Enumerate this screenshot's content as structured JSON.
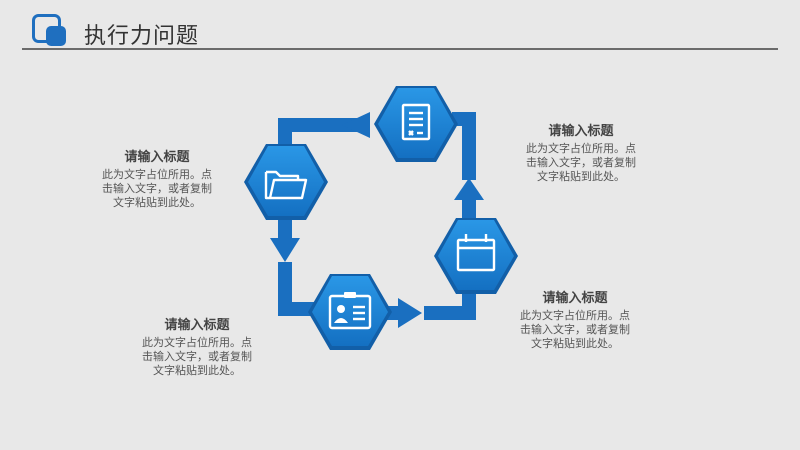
{
  "header": {
    "title": "执行力问题",
    "icon": "squares-logo-icon",
    "accent": "#1f6fbf"
  },
  "diagram": {
    "colors": {
      "arrow": "#1a6fc0",
      "hexagon": "#1e86d8",
      "hexagon_edge": "#125fa8",
      "icon": "#ffffff"
    },
    "nodes": [
      {
        "id": "folder",
        "icon": "folder-icon"
      },
      {
        "id": "document",
        "icon": "document-icon"
      },
      {
        "id": "calendar",
        "icon": "calendar-icon"
      },
      {
        "id": "id-card",
        "icon": "id-card-icon"
      }
    ],
    "text_blocks": [
      {
        "id": "left",
        "title": "请输入标题",
        "lines": [
          "此为文字占位所用。点",
          "击输入文字，或者复制",
          "文字粘贴到此处。"
        ]
      },
      {
        "id": "top",
        "title": "请输入标题",
        "lines": [
          "此为文字占位所用。点",
          "击输入文字，或者复制",
          "文字粘贴到此处。"
        ]
      },
      {
        "id": "bottom",
        "title": "请输入标题",
        "lines": [
          "此为文字占位所用。点",
          "击输入文字，或者复制",
          "文字粘贴到此处。"
        ]
      },
      {
        "id": "right",
        "title": "请输入标题",
        "lines": [
          "此为文字占位所用。点",
          "击输入文字，或者复制",
          "文字粘贴到此处。"
        ]
      }
    ]
  }
}
